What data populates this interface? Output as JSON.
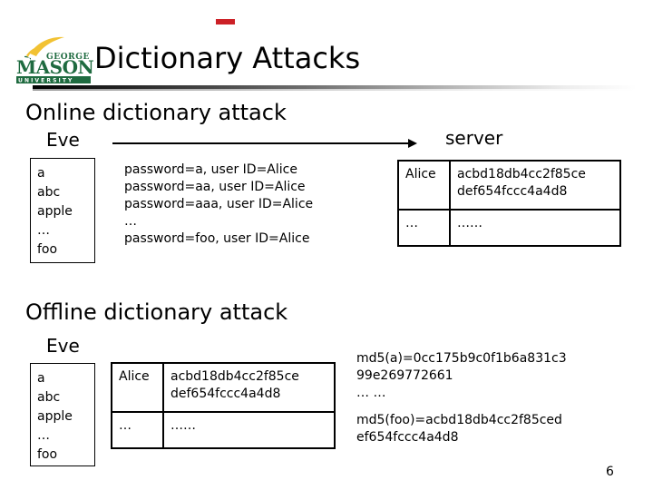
{
  "header": {
    "title": "Dictionary Attacks",
    "logo": {
      "name": "george-mason-university-logo",
      "line1": "GEORGE",
      "line2": "MASON",
      "line3": "U N I V E R S I T Y",
      "green": "#1f6b40",
      "gold": "#f2c233"
    },
    "accent_dash_color": "#cc2026"
  },
  "online": {
    "heading": "Online dictionary attack",
    "attacker_label": "Eve",
    "server_label": "server",
    "dictionary": [
      "a",
      "abc",
      "apple",
      "…",
      "foo"
    ],
    "messages": [
      "password=a, user ID=Alice",
      "password=aa, user ID=Alice",
      "password=aaa, user ID=Alice"
    ],
    "ellipsis": "…",
    "last_message": "password=foo, user ID=Alice",
    "table": {
      "rows": [
        {
          "user": "Alice",
          "hash": [
            "acbd18db4cc2f85ce",
            "def654fccc4a4d8"
          ]
        },
        {
          "user": "…",
          "hash": [
            "……"
          ]
        }
      ]
    }
  },
  "offline": {
    "heading": "Offline dictionary attack",
    "attacker_label": "Eve",
    "dictionary": [
      "a",
      "abc",
      "apple",
      "…",
      "foo"
    ],
    "table": {
      "rows": [
        {
          "user": "Alice",
          "hash": [
            "acbd18db4cc2f85ce",
            "def654fccc4a4d8"
          ]
        },
        {
          "user": "…",
          "hash": [
            "……"
          ]
        }
      ]
    },
    "md5": {
      "first": [
        "md5(a)=0cc175b9c0f1b6a831c3",
        "99e269772661"
      ],
      "ellipsis": "… …",
      "second": [
        "md5(foo)=acbd18db4cc2f85ced",
        "ef654fccc4a4d8"
      ]
    }
  },
  "footer": {
    "page_number": "6"
  }
}
